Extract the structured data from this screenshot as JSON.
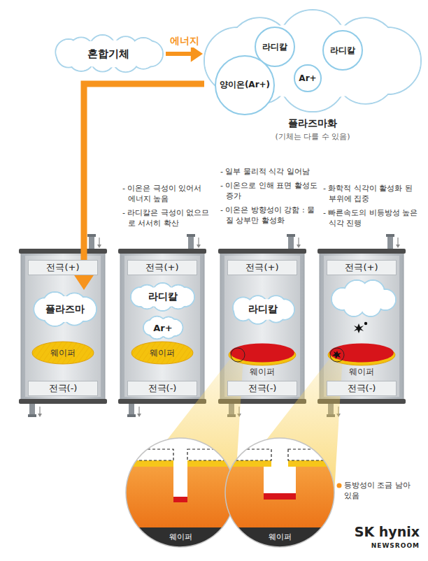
{
  "diagram": {
    "nodes": [
      {
        "text": [
          "혼합기체"
        ]
      },
      {
        "text": [
          "플라즈마화",
          "(기체는 다를 수 있음)"
        ]
      },
      {
        "text": [
          "라디칼"
        ],
        "in": 1
      },
      {
        "text": [
          "라디칼"
        ],
        "in": 1
      },
      {
        "text": [
          "양이온(Ar+)"
        ],
        "in": 1
      },
      {
        "text": [
          "Ar+"
        ],
        "in": 1
      },
      {
        "text": [
          "전극(+)"
        ]
      },
      {
        "text": [
          "플라즈마"
        ]
      },
      {
        "text": [
          "웨이퍼"
        ]
      },
      {
        "text": [
          "전극(-)"
        ]
      },
      {
        "text": [
          "전극(+)"
        ]
      },
      {
        "text": [
          "라디칼"
        ]
      },
      {
        "text": [
          "Ar+"
        ]
      },
      {
        "text": [
          "웨이퍼"
        ]
      },
      {
        "text": [
          "전극(-)"
        ]
      },
      {
        "text": [
          "전극(+)"
        ]
      },
      {
        "text": [
          "라디칼"
        ]
      },
      {
        "text": [
          "웨이퍼"
        ]
      },
      {
        "text": [
          "전극(-)"
        ]
      },
      {
        "text": [
          "전극(+)"
        ]
      },
      {
        "text": [
          "웨이퍼"
        ]
      },
      {
        "text": [
          "전극(-)"
        ]
      }
    ],
    "edges": [
      {
        "from": 0,
        "to": 1,
        "arrow": "to",
        "label": "에너지"
      },
      {
        "from": 1,
        "to": 7,
        "arrow": "to"
      }
    ],
    "labels": [
      "- 이온은 극성이 있어서 에너지 높음",
      "- 라디칼은 극성이 없으므로 서서히 확산",
      "- 일부 물리적 식각 일어남",
      "- 이온으로 인해 표면 활성도 증가",
      "- 이온은 방향성이 강함 : 물질 상부만 활성화",
      "- 화학적 식각이 활성화 된 부위에 집중",
      "- 빠른속도의 비등방성 높은 식각 진행",
      "웨이퍼",
      "웨이퍼",
      "등방성이 조금 남아있음",
      "SK hynix",
      "NEWSROOM"
    ]
  }
}
